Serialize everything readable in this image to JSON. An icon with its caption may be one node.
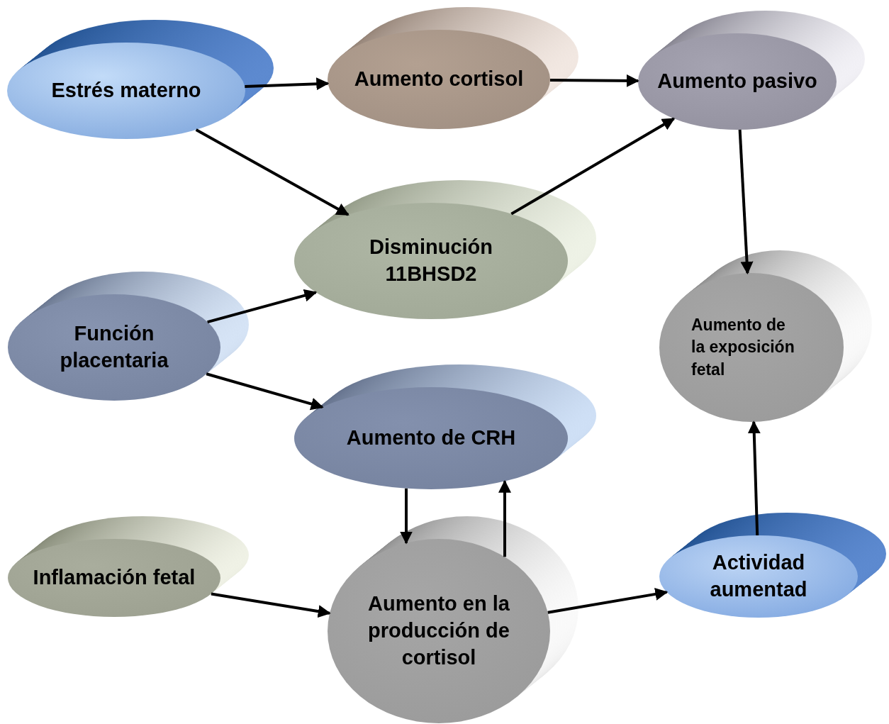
{
  "diagram": {
    "nodes": [
      {
        "text": [
          "Estrés materno"
        ]
      },
      {
        "text": [
          "Aumento cortisol"
        ]
      },
      {
        "text": [
          "Aumento pasivo"
        ]
      },
      {
        "text": [
          "Disminución 11BHSD2"
        ]
      },
      {
        "text": [
          "Función placentaria"
        ]
      },
      {
        "text": [
          "Aumento de CRH"
        ]
      },
      {
        "text": [
          "Aumento de la exposición fetal"
        ]
      },
      {
        "text": [
          "Inflamación fetal"
        ]
      },
      {
        "text": [
          "Aumento en la producción de cortisol"
        ]
      },
      {
        "text": [
          "Actividad aumentad"
        ]
      }
    ],
    "edges": [
      {
        "from": 0,
        "to": 1,
        "arrow": "to"
      },
      {
        "from": 1,
        "to": 2,
        "arrow": "to"
      },
      {
        "from": 0,
        "to": 3,
        "arrow": "to"
      },
      {
        "from": 4,
        "to": 3,
        "arrow": "to"
      },
      {
        "from": 3,
        "to": 2,
        "arrow": "to"
      },
      {
        "from": 4,
        "to": 5,
        "arrow": "to"
      },
      {
        "from": 2,
        "to": 6,
        "arrow": "to"
      },
      {
        "from": 5,
        "to": 8,
        "arrow": "to"
      },
      {
        "from": 8,
        "to": 5,
        "arrow": "to"
      },
      {
        "from": 7,
        "to": 8,
        "arrow": "to"
      },
      {
        "from": 8,
        "to": 9,
        "arrow": "to"
      },
      {
        "from": 9,
        "to": 6,
        "arrow": "to"
      }
    ]
  }
}
